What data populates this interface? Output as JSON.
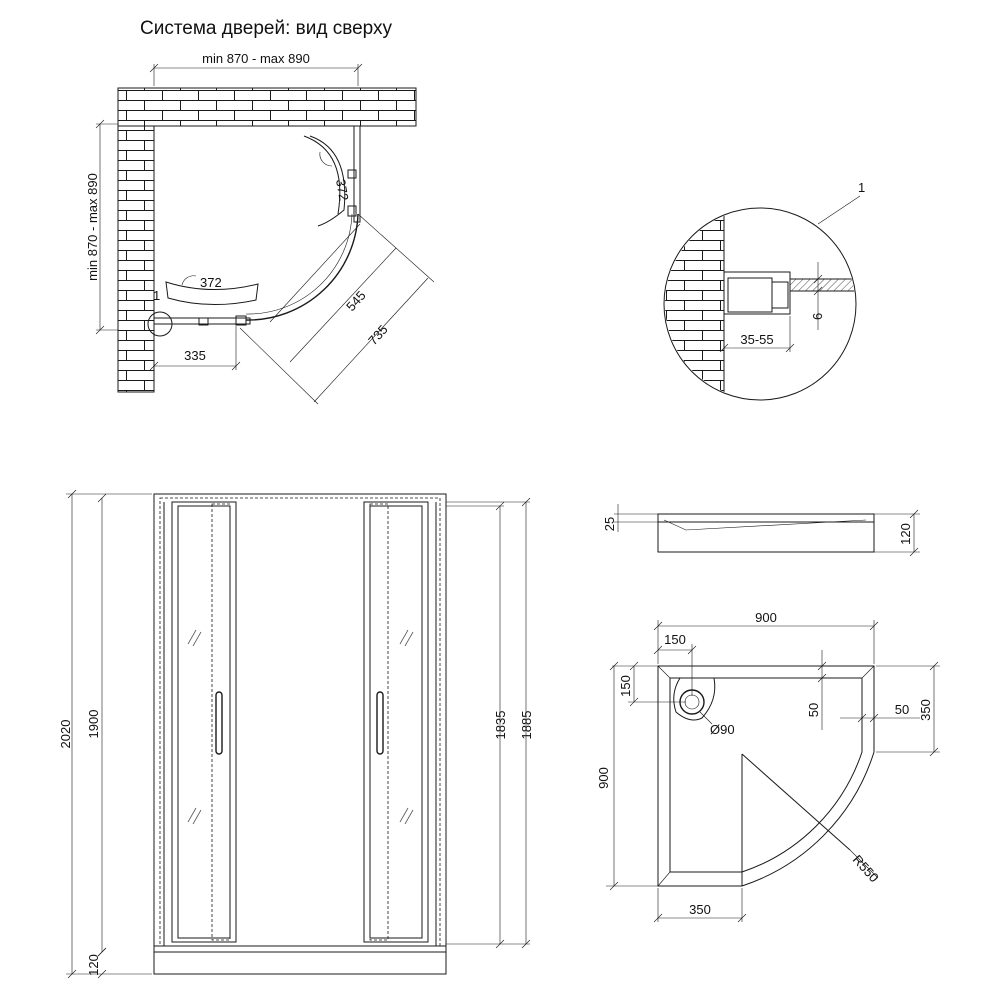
{
  "title": "Система дверей: вид сверху",
  "top_view": {
    "width_range": "min 870 - max 890",
    "height_range": "min 870 - max 890",
    "door_swing_top": "372",
    "door_swing_left": "372",
    "dim_335": "335",
    "dim_545": "545",
    "dim_735": "735",
    "callout_left": "1"
  },
  "detail": {
    "callout": "1",
    "gap_range": "35-55",
    "glass": "6"
  },
  "front_view": {
    "total_height": "2020",
    "frame_height": "1900",
    "inner_height": "1835",
    "door_height": "1885",
    "tray_height": "120"
  },
  "tray_side": {
    "rim": "25",
    "height": "120"
  },
  "tray_plan": {
    "width": "900",
    "drain_offset_x": "150",
    "drain_offset_y": "150",
    "drain_diameter": "Ø90",
    "rim_left": "50",
    "rim_right": "50",
    "straight_right": "350",
    "depth": "900",
    "straight_bottom": "350",
    "radius": "R550"
  }
}
